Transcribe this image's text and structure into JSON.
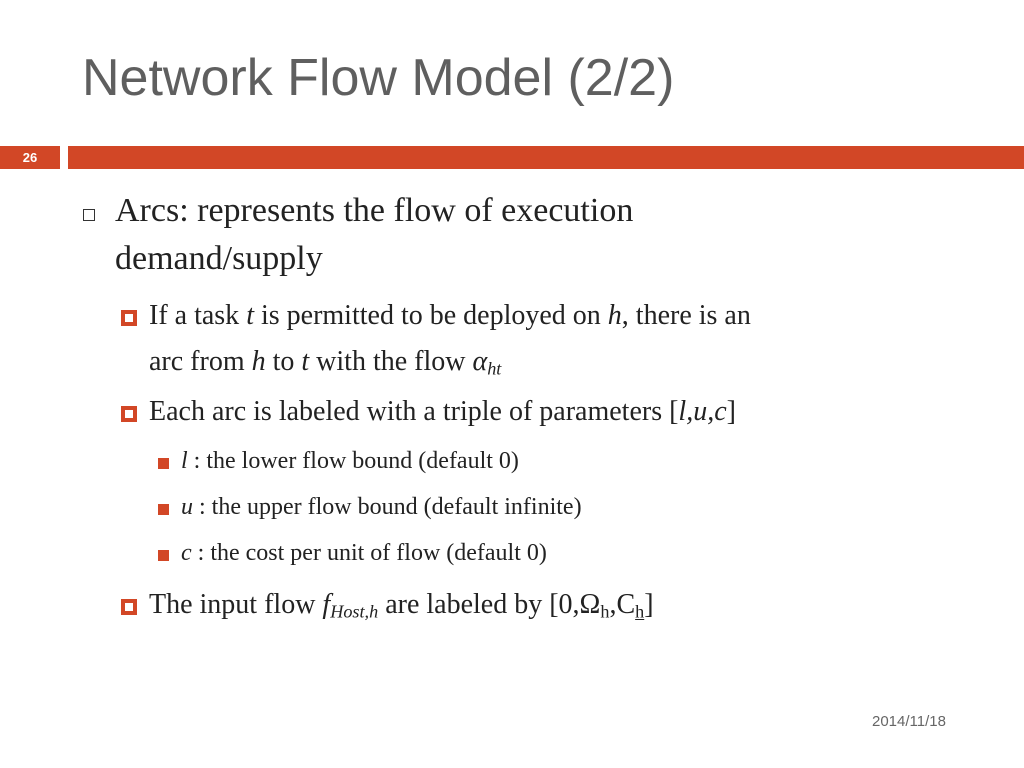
{
  "slide": {
    "title": "Network Flow Model (2/2)",
    "number": "26",
    "date": "2014/11/18",
    "accent_color": "#d24726"
  },
  "content": {
    "arcs": {
      "line1": "Arcs: represents the flow of execution",
      "line2": "demand/supply"
    },
    "permitted": {
      "t1": "If a task ",
      "v_t": "t",
      "t2": " is permitted to be deployed on ",
      "v_h": "h",
      "t3": ", there is an",
      "t4": "arc from ",
      "v_h2": "h",
      "t5": " to ",
      "v_t2": "t",
      "t6": " with the flow ",
      "alpha": "α",
      "alpha_sub": "ht"
    },
    "triple": {
      "t1": "Each arc is labeled with a triple of parameters [",
      "params": "l,u,c",
      "t2": "]"
    },
    "lower": {
      "var": "l",
      "text": " : the lower flow bound (default 0)"
    },
    "upper": {
      "var": "u",
      "text": " : the upper flow bound (default infinite)"
    },
    "cost": {
      "var": "c",
      "text": " : the cost per unit of flow (default 0)"
    },
    "input_flow": {
      "t1": "The input flow ",
      "f": "f",
      "f_sub": "Host,h",
      "t2": " are labeled by [0,Ω",
      "omega_sub": "h",
      "t3": ",C",
      "c_sub": "h",
      "t4": "]"
    }
  }
}
